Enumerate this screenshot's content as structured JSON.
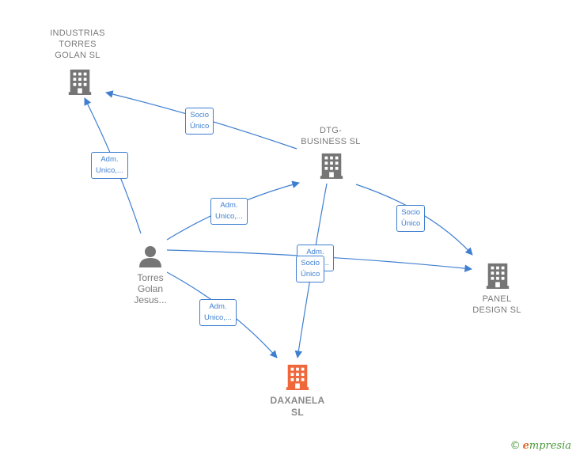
{
  "nodes": {
    "industrias": {
      "label": "INDUSTRIAS\nTORRES\nGOLAN  SL",
      "icon": "building-icon",
      "color": "#757575"
    },
    "dtg": {
      "label": "DTG-\nBUSINESS  SL",
      "icon": "building-icon",
      "color": "#757575"
    },
    "panel": {
      "label": "PANEL\nDESIGN  SL",
      "icon": "building-icon",
      "color": "#757575"
    },
    "daxanela": {
      "label": "DAXANELA\nSL",
      "icon": "building-icon",
      "color": "#f0673a"
    },
    "person": {
      "label": "Torres\nGolan\nJesus...",
      "icon": "person-icon",
      "color": "#757575"
    }
  },
  "edges": {
    "e1": {
      "label": "Socio\nÚnico"
    },
    "e2": {
      "label": "Adm.\nUnico,..."
    },
    "e3": {
      "label": "Adm.\nUnico,..."
    },
    "e4": {
      "label": "Socio\nÚnico"
    },
    "e5": {
      "label": "Adm.\nUnico,..."
    },
    "e6": {
      "label": "Socio\nÚnico"
    },
    "e7": {
      "label": "Adm.\nUnico,..."
    }
  },
  "edge_color": "#3f7fd0",
  "brand": {
    "copyright": "©",
    "initial": "e",
    "rest": "mpresia"
  }
}
